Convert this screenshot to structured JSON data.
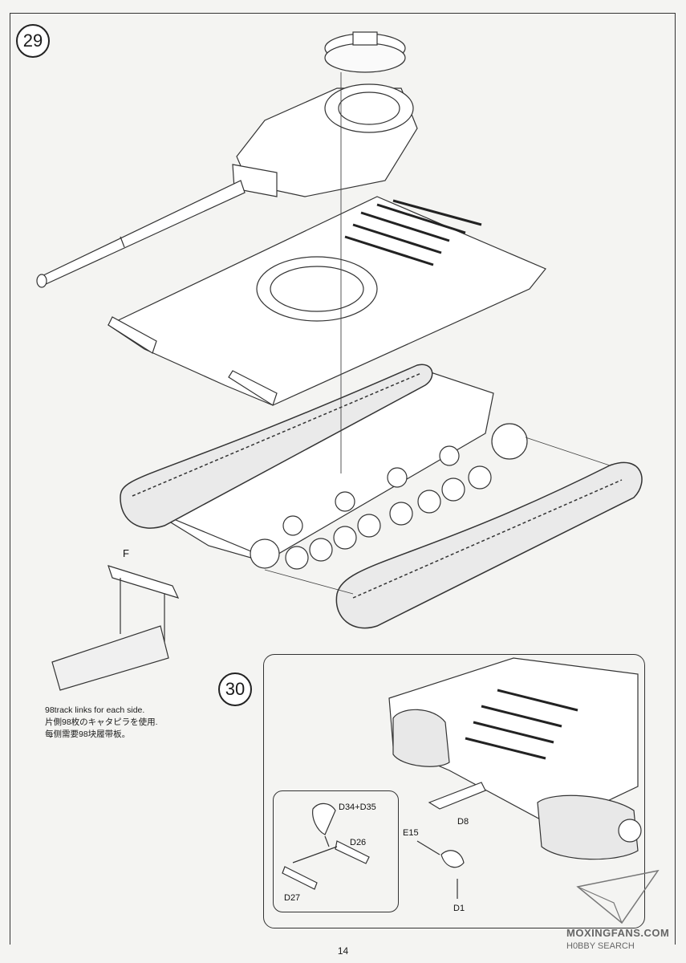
{
  "page": {
    "number": "14"
  },
  "step29": {
    "number": "29",
    "track_label": "F"
  },
  "step30": {
    "number": "30",
    "parts": {
      "d34_d35": "D34+D35",
      "d26": "D26",
      "d27": "D27",
      "e15": "E15",
      "d8": "D8",
      "d1": "D1"
    }
  },
  "track_note": {
    "line_en": "98track links for each side.",
    "line_ja": "片側98枚のキャタピラを使用.",
    "line_zh": "每侧需要98块履带板。"
  },
  "watermark": {
    "line1": "MOXINGFANS.COM",
    "line2": "H0BBY SEARCH"
  }
}
